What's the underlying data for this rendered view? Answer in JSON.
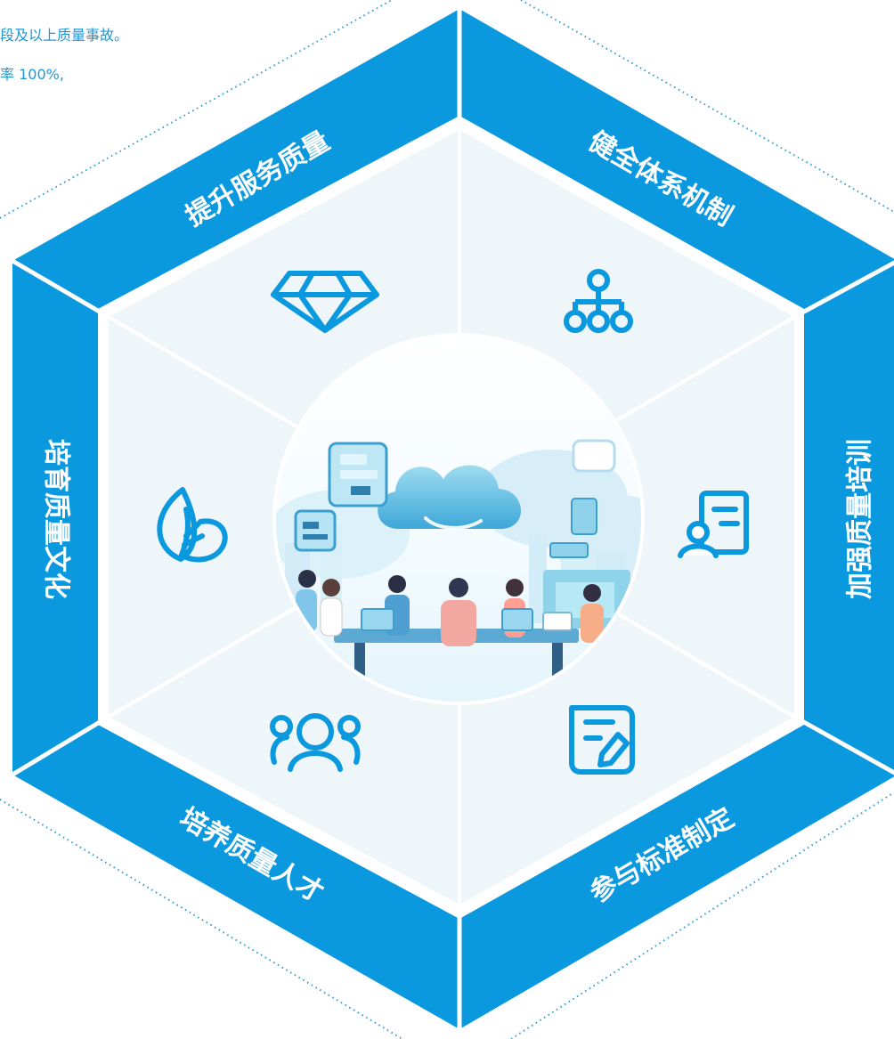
{
  "notes": {
    "line1": "段及以上质量事故。",
    "line2": "率 100%,"
  },
  "segments": {
    "top_left": "提升服务质量",
    "top_right": "健全体系机制",
    "right": "加强质量培训",
    "bottom_right": "参与标准制定",
    "bottom_left": "培养质量人才",
    "left": "培育质量文化"
  },
  "icons": {
    "top_left": "diamond-icon",
    "top_right": "org-chart-icon",
    "right": "profile-document-icon",
    "bottom_right": "edit-document-icon",
    "bottom_left": "team-icon",
    "left": "leaf-icon"
  },
  "colors": {
    "primary": "#0a98df",
    "panel": "#eef6fa",
    "text_note": "#1f98d6"
  }
}
